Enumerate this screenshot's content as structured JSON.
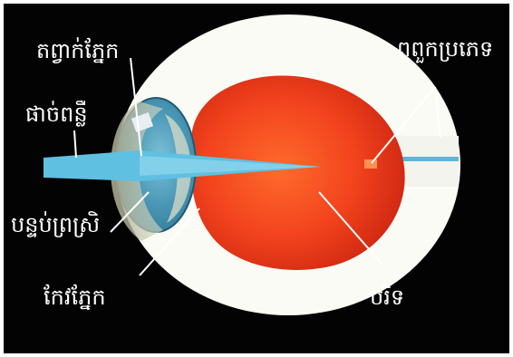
{
  "labels": {
    "ray_of_light": "ផាច់ពន្លឺ",
    "eye_center": "តព្វាក់ភ្នែក",
    "pupil": "បន្ទប់ព្រស្រិ",
    "lens": "កែវភ្នែក",
    "blind_spot": "ពពួកប្រភេទ",
    "retina": "បរិទ"
  },
  "colors": {
    "background": "#030303",
    "sclera": "#fbfbf6",
    "retina_red": "#f23e1c",
    "iris_blue": "#3e8fae",
    "light_beam": "#5fc0e2"
  }
}
